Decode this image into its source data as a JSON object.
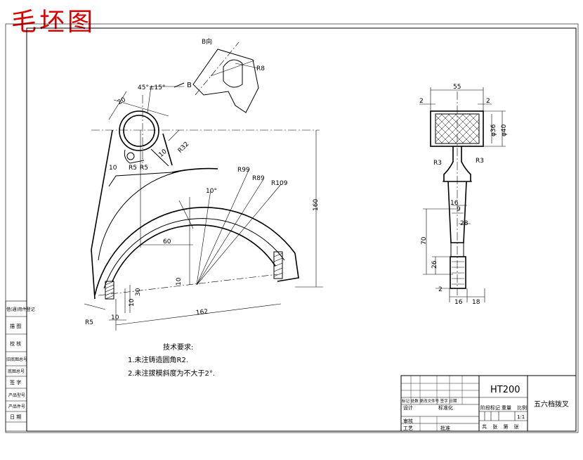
{
  "stamp": "毛坯图",
  "view_label": "B向",
  "section_label": "B",
  "dims_left": {
    "angle": "45°±15°",
    "d20": "20",
    "r8": "R8",
    "r32": "R32",
    "d10a": "10",
    "r5a": "R5",
    "r5b": "R5",
    "r99": "R99",
    "r89": "R89",
    "r109": "R109",
    "a10": "10°",
    "d160": "160",
    "d60": "60",
    "d10b": "10",
    "d10c": "10",
    "d30": "30",
    "d10d": "10",
    "d10e": "10",
    "d162": "162",
    "r5c": "R5"
  },
  "dims_right": {
    "d55": "55",
    "d2a": "2",
    "d2b": "2",
    "phi36": "φ36",
    "phi40": "φ40",
    "r3a": "R3",
    "r3b": "R3",
    "d16a": "16",
    "d9": "9",
    "d28": "28",
    "d70": "70",
    "d26": "26",
    "d2c": "2",
    "d16b": "16",
    "d18": "18"
  },
  "notes": {
    "heading": "技术要求:",
    "line1": "1.未注铸造圆角R2.",
    "line2": "2.未注拔模斜度为不大于2°."
  },
  "left_strip": [
    "借(通)用件登记",
    "描 图",
    "校 核",
    "旧底图总号",
    "底图总号",
    "签 字",
    "产品型号",
    "产品件号",
    "日 期"
  ],
  "title_block": {
    "material": "HT200",
    "part_name": "五六档拨叉",
    "scale_label": "比例",
    "scale": "1:1",
    "stage_label": "阶段标记",
    "weight_label": "重量",
    "sheet_text": "共 张 第 张",
    "row_header": "标记 处数 更改文件号 签字 日期",
    "design": "设计",
    "std": "标准化",
    "review": "审核",
    "process": "工艺",
    "approve": "批准"
  }
}
